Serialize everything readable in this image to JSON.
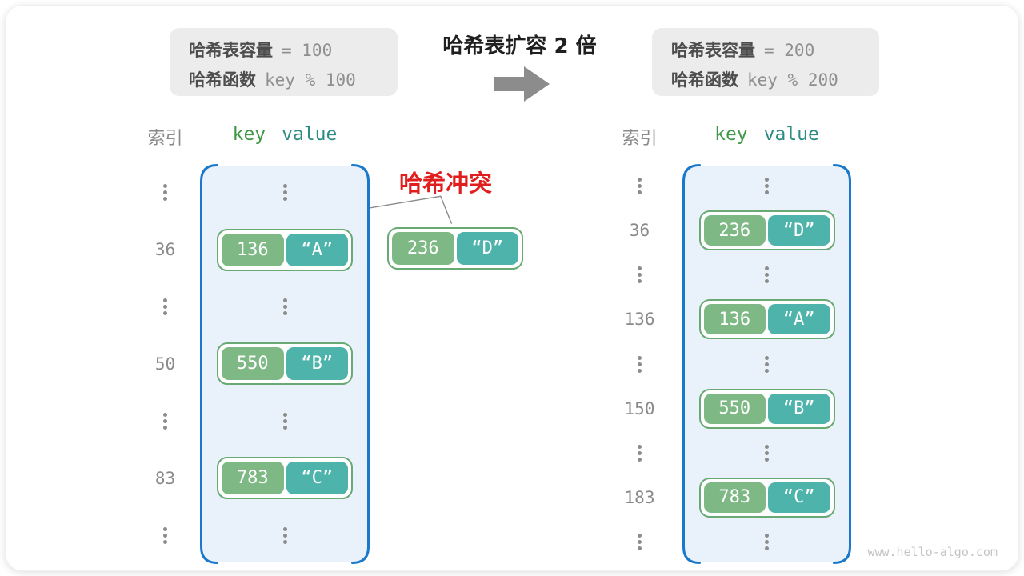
{
  "title": "哈希表扩容 2 倍",
  "info_before": {
    "capacity_label": "哈希表容量",
    "capacity_value": "= 100",
    "function_label": "哈希函数",
    "function_value": "key % 100"
  },
  "info_after": {
    "capacity_label": "哈希表容量",
    "capacity_value": "= 200",
    "function_label": "哈希函数",
    "function_value": "key % 200"
  },
  "collision": {
    "label": "哈希冲突",
    "pair": {
      "key": "236",
      "value": "“D”"
    }
  },
  "left_table": {
    "index_header": "索引",
    "key_header": "key",
    "value_header": "value",
    "rows": [
      {
        "type": "ellipsis"
      },
      {
        "type": "pair",
        "index": "36",
        "key": "136",
        "value": "“A”"
      },
      {
        "type": "ellipsis"
      },
      {
        "type": "pair",
        "index": "50",
        "key": "550",
        "value": "“B”"
      },
      {
        "type": "ellipsis"
      },
      {
        "type": "pair",
        "index": "83",
        "key": "783",
        "value": "“C”"
      },
      {
        "type": "ellipsis"
      }
    ]
  },
  "right_table": {
    "index_header": "索引",
    "key_header": "key",
    "value_header": "value",
    "rows": [
      {
        "type": "ellipsis"
      },
      {
        "type": "pair",
        "index": "36",
        "key": "236",
        "value": "“D”"
      },
      {
        "type": "ellipsis"
      },
      {
        "type": "pair",
        "index": "136",
        "key": "136",
        "value": "“A”"
      },
      {
        "type": "ellipsis"
      },
      {
        "type": "pair",
        "index": "150",
        "key": "550",
        "value": "“B”"
      },
      {
        "type": "ellipsis"
      },
      {
        "type": "pair",
        "index": "183",
        "key": "783",
        "value": "“C”"
      },
      {
        "type": "ellipsis"
      }
    ]
  },
  "watermark": "www.hello-algo.com",
  "icons": {
    "expand_arrow": "right-arrow-icon"
  },
  "colors": {
    "key_box": "#7db885",
    "value_box": "#4eb3aa",
    "pair_border": "#69a973",
    "table_fill": "#e9f2fb",
    "table_bracket": "#1b79cc",
    "collision_red": "#e01e1e",
    "info_box_bg": "#ececec",
    "muted_text": "#8a8a8a",
    "key_header_green": "#3f9747",
    "value_header_teal": "#2e8b85",
    "arrow_gray": "#8c8c8c"
  }
}
